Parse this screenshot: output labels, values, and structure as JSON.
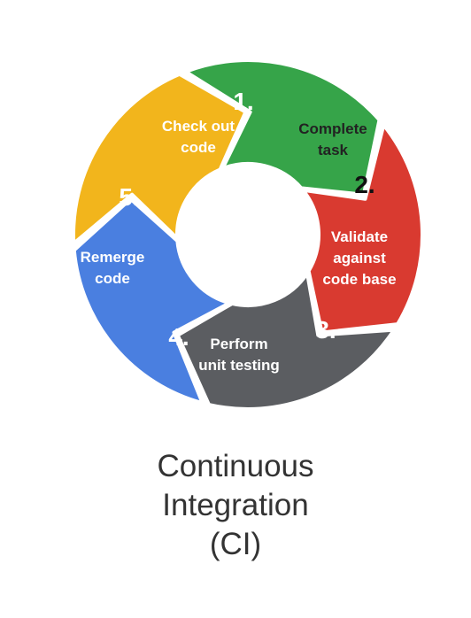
{
  "cycle": {
    "steps": [
      {
        "number": "1.",
        "lines": [
          "Check out",
          "code"
        ],
        "color": "#4a7fe0",
        "text_color": "#ffffff",
        "number_color": "#ffffff"
      },
      {
        "number": "2.",
        "lines": [
          "Complete",
          "task"
        ],
        "color": "#f2b51c",
        "text_color": "#222222",
        "number_color": "#111111"
      },
      {
        "number": "3.",
        "lines": [
          "Validate",
          "against",
          "code base"
        ],
        "color": "#36a449",
        "text_color": "#ffffff",
        "number_color": "#ffffff"
      },
      {
        "number": "4.",
        "lines": [
          "Perform",
          "unit testing"
        ],
        "color": "#d93a30",
        "text_color": "#ffffff",
        "number_color": "#ffffff"
      },
      {
        "number": "5.",
        "lines": [
          "Remerge",
          "code"
        ],
        "color": "#5b5d61",
        "text_color": "#ffffff",
        "number_color": "#ffffff"
      }
    ]
  },
  "caption": {
    "line1": "Continuous",
    "line2": "Integration",
    "line3": "(CI)"
  }
}
